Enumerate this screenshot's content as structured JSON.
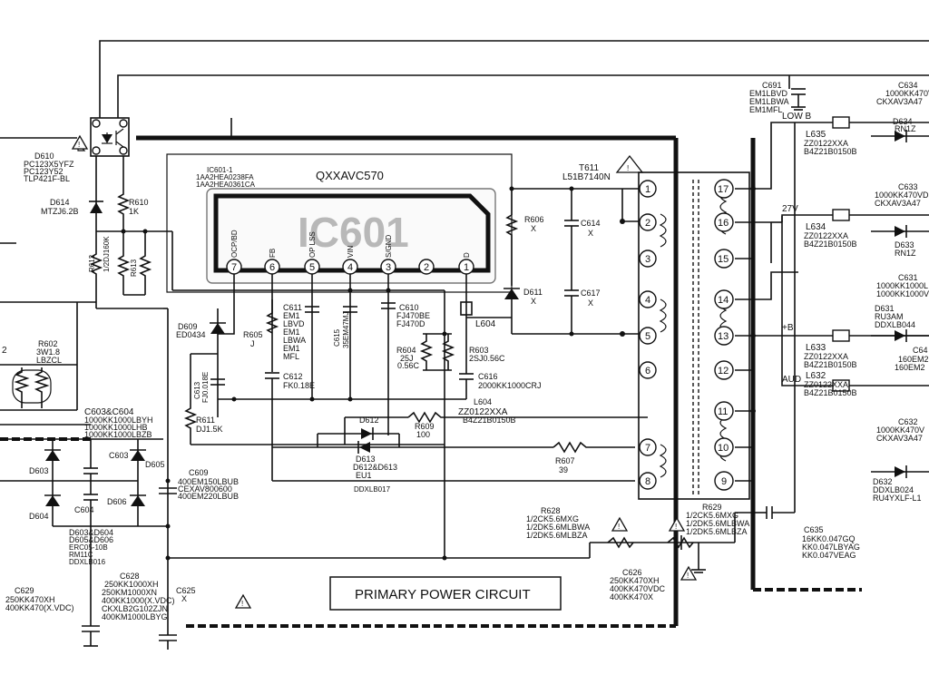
{
  "ic": {
    "name": "IC601",
    "part": "QXXAVC570",
    "refs": [
      "IC601-1",
      "1AA2HEA0238FA",
      "1AA2HEA0361CA"
    ],
    "pins": [
      {
        "num": "7",
        "name": "OCP/BD"
      },
      {
        "num": "6",
        "name": "FB"
      },
      {
        "num": "5",
        "name": "OP LSS"
      },
      {
        "num": "4",
        "name": "VIN"
      },
      {
        "num": "3",
        "name": "S/GND"
      },
      {
        "num": "2",
        "name": ""
      },
      {
        "num": "1",
        "name": "D"
      }
    ]
  },
  "transformer": {
    "name": "T611",
    "part": "L51B7140N",
    "left_pins": [
      "1",
      "2",
      "3",
      "4",
      "5",
      "6",
      "7",
      "8"
    ],
    "right_pins": [
      "17",
      "16",
      "15",
      "14",
      "13",
      "12",
      "11",
      "10",
      "9"
    ]
  },
  "title_box": "PRIMARY POWER CIRCUIT",
  "outputs": [
    {
      "net": "LOW B",
      "inductor": "L635",
      "lines": [
        "ZZ0122XXA",
        "B4Z21B0150B"
      ]
    },
    {
      "net": "27V",
      "inductor": "L634",
      "lines": [
        "ZZ0122XXA",
        "B4Z21B0150B"
      ]
    },
    {
      "net": "+B",
      "inductor": "L633",
      "lines": [
        "ZZ0122XXA",
        "B4Z21B0150B"
      ]
    },
    {
      "net": "AUD",
      "inductor": "L632",
      "lines": [
        "ZZ0122XXA",
        "B4Z21B0150B"
      ]
    }
  ],
  "labels": {
    "d610": [
      "D610",
      "PC123X5YFZ",
      "PC123Y52",
      "TLP421F-BL"
    ],
    "d614": [
      "D614",
      "MTZJ6.2B"
    ],
    "r610": [
      "R610",
      "1K"
    ],
    "r612": [
      "R612",
      "1/2DJ160K"
    ],
    "r613": "R613",
    "r602": [
      "R602",
      "3W1.8",
      "LBZCL"
    ],
    "c603c604": [
      "C603&C604",
      "1000KK1000LBYH",
      "1000KK1000LHB",
      "1000KK1000LBZB"
    ],
    "c603": "C603",
    "c604": "C604",
    "d603": "D603",
    "d604": "D604",
    "d605": "D605",
    "d606": "D606",
    "d603set": [
      "D603&D604",
      "D605&D606",
      "ERC05-10B",
      "RM11C",
      "DDXLB016"
    ],
    "c629": [
      "C629",
      "250KK470XH",
      "400KK470(X.VDC)"
    ],
    "c628": [
      "C628",
      "250KK1000XH",
      "250KM1000XN",
      "400KK1000(X.VDC)",
      "CKXLB2G102ZJN",
      "400KM1000LBYG"
    ],
    "c625": [
      "C625",
      "X"
    ],
    "c609": [
      "C609",
      "400EM150LBUB",
      "CEXAV800600",
      "400EM220LBUB"
    ],
    "d609": [
      "D609",
      "ED0434"
    ],
    "r605": [
      "R605",
      "J"
    ],
    "c613": [
      "C613",
      "FJ0.018E"
    ],
    "r611": [
      "R611",
      "DJ1.5K"
    ],
    "c611": [
      "C611",
      "EM1",
      "LBVD",
      "EM1",
      "LBWA",
      "EM1",
      "MFL"
    ],
    "c615": [
      "C615",
      "35EM47MJ"
    ],
    "c612": [
      "C612",
      "FK0.18E"
    ],
    "c610": [
      "C610",
      "FJ470BE",
      "FJ470D"
    ],
    "r604": [
      "R604",
      "25J",
      "0.56C"
    ],
    "r603": [
      "R603",
      "2SJ0.56C"
    ],
    "c616": [
      "C616",
      "2000KK1000CRJ"
    ],
    "l604": "L604",
    "l604b": [
      "L604",
      "ZZ0122XXA",
      "B4Z21B0150B"
    ],
    "d612": "D612",
    "d613": [
      "D613",
      "D612&D613",
      "EU1",
      "DDXLB017"
    ],
    "r609": [
      "R609",
      "100"
    ],
    "r607": [
      "R607",
      "39"
    ],
    "r606": [
      "R606",
      "X"
    ],
    "d611": [
      "D611",
      "X"
    ],
    "c614": [
      "C614",
      "X"
    ],
    "c617": [
      "C617",
      "X"
    ],
    "r628": [
      "R628",
      "1/2CK5.6MXG",
      "1/2DK5.6MLBWA",
      "1/2DK5.6MLBZA"
    ],
    "r629": [
      "R629",
      "1/2CK5.6MXG",
      "1/2DK5.6MLBWA",
      "1/2DK5.6MLBZA"
    ],
    "c626": [
      "C626",
      "250KK470XH",
      "400KK470VDC",
      "400KK470X"
    ],
    "c635": [
      "C635",
      "16KK0.047GQ",
      "KK0.047LBYAG",
      "KK0.047VEAG"
    ],
    "c691": [
      "C691",
      "EM1LBVD",
      "EM1LBWA",
      "EM1MFL"
    ],
    "c634": [
      "C634",
      "1000KK470V",
      "CKXAV3A47"
    ],
    "d634": [
      "D634",
      "RN1Z"
    ],
    "c633": [
      "C633",
      "1000KK470VD",
      "CKXAV3A47"
    ],
    "d633": [
      "D633",
      "RN1Z"
    ],
    "c631": [
      "C631",
      "1000KK1000L",
      "1000KK1000V"
    ],
    "d631": [
      "D631",
      "RU3AM",
      "DDXLB044"
    ],
    "c64x": [
      "C64",
      "160EM2",
      "160EM2"
    ],
    "c632": [
      "C632",
      "1000KK470V",
      "CKXAV3A47"
    ],
    "d632": [
      "D632",
      "DDXLB024",
      "RU4YXLF-L1"
    ],
    "edge2": "2"
  }
}
